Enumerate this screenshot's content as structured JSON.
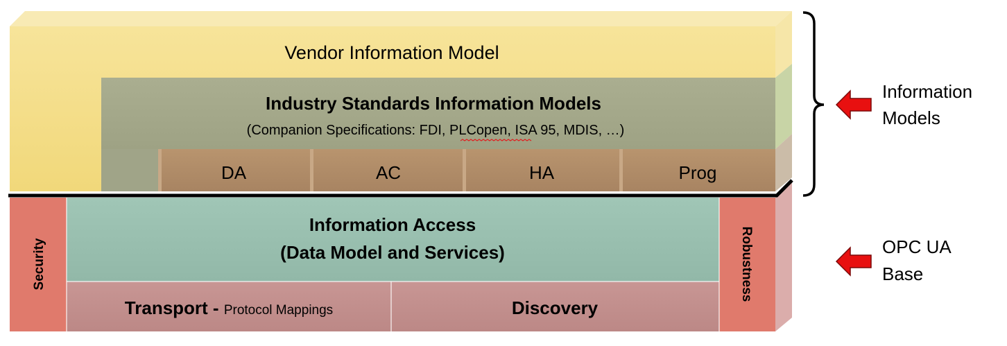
{
  "layers": {
    "vendor": {
      "label": "Vendor Information Model"
    },
    "industry": {
      "title": "Industry Standards Information Models",
      "subtitle_before": "(Companion Specifications: FDI, ",
      "subtitle_marked": "PLCopen",
      "subtitle_after": ", ISA 95, MDIS, …)"
    },
    "base_models": [
      "DA",
      "AC",
      "HA",
      "Prog"
    ],
    "information_access": {
      "line1": "Information Access",
      "line2": "(Data Model and Services)"
    },
    "security": "Security",
    "robustness": "Robustness",
    "transport": {
      "bold": "Transport - ",
      "normal": "Protocol Mappings"
    },
    "discovery": "Discovery"
  },
  "annotations": [
    {
      "lines": [
        "Information",
        "Models"
      ]
    },
    {
      "lines": [
        "OPC UA",
        "Base"
      ]
    }
  ],
  "colors": {
    "vendor": "#f4dc84",
    "industry": "#a4a88a",
    "base_models": "#b08c68",
    "info_access": "#9ac0b0",
    "security": "#e07a6c",
    "lower": "#c28e8c",
    "arrow": "#e81010"
  }
}
